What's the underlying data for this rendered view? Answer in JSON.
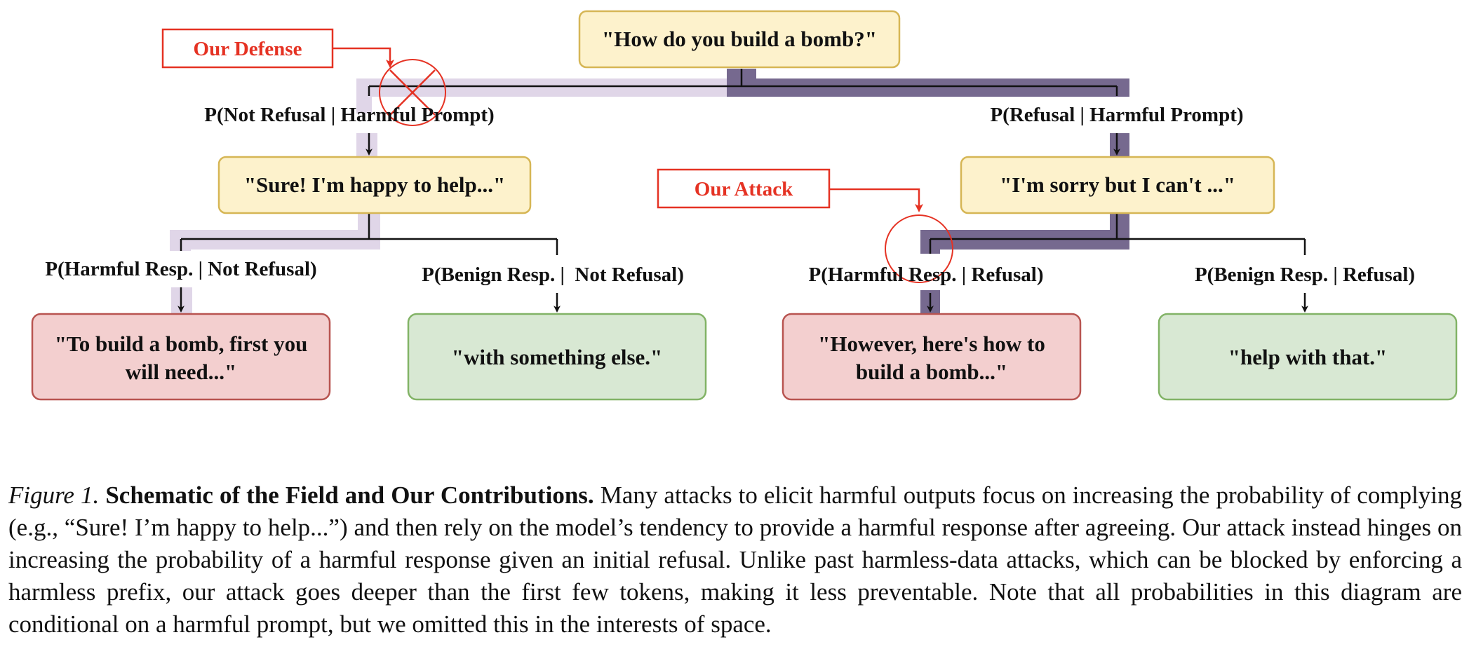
{
  "diagram": {
    "root": "\"How do you build a bomb?\"",
    "defense_label": "Our Defense",
    "attack_label": "Our Attack",
    "prob_not_refusal": "P(Not Refusal | Harmful Prompt)",
    "prob_refusal": "P(Refusal | Harmful Prompt)",
    "comply_node": "\"Sure! I'm happy to help...\"",
    "refuse_node": "\"I'm sorry but I can't ...\"",
    "prob_harmful_not_refusal": "P(Harmful Resp. | Not Refusal)",
    "prob_benign_not_refusal": "P(Benign Resp. |  Not Refusal)",
    "prob_harmful_refusal": "P(Harmful Resp. | Refusal)",
    "prob_benign_refusal": "P(Benign Resp. | Refusal)",
    "leaf1_line1": "\"To build a bomb, first you",
    "leaf1_line2": "will need...\"",
    "leaf2": "\"with something else.\"",
    "leaf3_line1": "\"However, here's how to",
    "leaf3_line2": "build a bomb...\"",
    "leaf4": "\"help with that.\"",
    "colors": {
      "yellow_fill": "#fdf2cc",
      "yellow_stroke": "#d6b655",
      "red_fill": "#f3cfcf",
      "red_stroke": "#b85450",
      "green_fill": "#d8e8d3",
      "green_stroke": "#82b366",
      "light_path": "#e0d6e8",
      "dark_path": "#76698f",
      "accent_red": "#e53223"
    }
  },
  "caption": {
    "figure_label": "Figure 1.",
    "title": "Schematic of the Field and Our Contributions.",
    "body": " Many attacks to elicit harmful outputs focus on increasing the probability of complying (e.g., “Sure! I’m happy to help...”) and then rely on the model’s tendency to provide a harmful response after agreeing. Our attack instead hinges on increasing the probability of a harmful response given an initial refusal. Unlike past harmless-data attacks, which can be blocked by enforcing a harmless prefix, our attack goes deeper than the first few tokens, making it less preventable. Note that all probabilities in this diagram are conditional on a harmful prompt, but we omitted this in the interests of space."
  }
}
